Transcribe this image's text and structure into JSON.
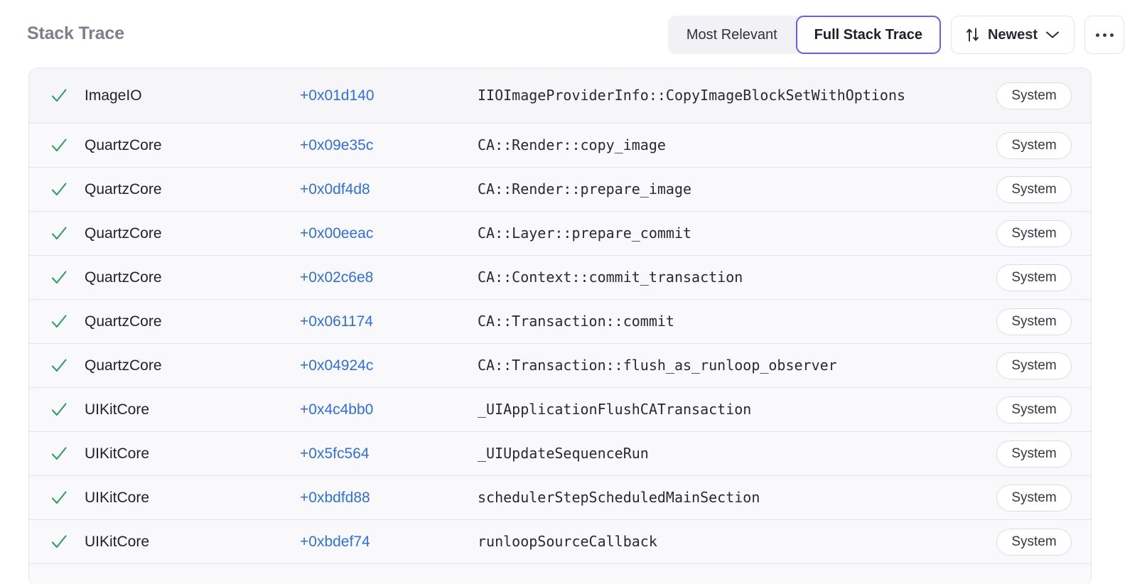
{
  "header": {
    "title": "Stack Trace",
    "segmented": {
      "options": [
        {
          "label": "Most Relevant",
          "selected": false
        },
        {
          "label": "Full Stack Trace",
          "selected": true
        }
      ]
    },
    "sort": {
      "icon": "sort-arrows-icon",
      "label": "Newest",
      "chevron": "chevron-down-icon"
    },
    "more": {
      "icon": "ellipsis-icon",
      "label": "..."
    }
  },
  "colors": {
    "accent_purple": "#6c5ce7",
    "link_blue": "#2f6fe4",
    "check_green": "#2e9e6b",
    "title_gray": "#7e7e8d",
    "row_bg": "#f9f9fb",
    "divider": "#e4e4ea"
  },
  "stack": {
    "frames": [
      {
        "status": "check",
        "library": "ImageIO",
        "offset": "+0x01d140",
        "symbol": "IIOImageProviderInfo::CopyImageBlockSetWithOptions",
        "badge": "System",
        "tall": true
      },
      {
        "status": "check",
        "library": "QuartzCore",
        "offset": "+0x09e35c",
        "symbol": "CA::Render::copy_image",
        "badge": "System",
        "tall": false
      },
      {
        "status": "check",
        "library": "QuartzCore",
        "offset": "+0x0df4d8",
        "symbol": "CA::Render::prepare_image",
        "badge": "System",
        "tall": false
      },
      {
        "status": "check",
        "library": "QuartzCore",
        "offset": "+0x00eeac",
        "symbol": "CA::Layer::prepare_commit",
        "badge": "System",
        "tall": false
      },
      {
        "status": "check",
        "library": "QuartzCore",
        "offset": "+0x02c6e8",
        "symbol": "CA::Context::commit_transaction",
        "badge": "System",
        "tall": false
      },
      {
        "status": "check",
        "library": "QuartzCore",
        "offset": "+0x061174",
        "symbol": "CA::Transaction::commit",
        "badge": "System",
        "tall": false
      },
      {
        "status": "check",
        "library": "QuartzCore",
        "offset": "+0x04924c",
        "symbol": "CA::Transaction::flush_as_runloop_observer",
        "badge": "System",
        "tall": false
      },
      {
        "status": "check",
        "library": "UIKitCore",
        "offset": "+0x4c4bb0",
        "symbol": "_UIApplicationFlushCATransaction",
        "badge": "System",
        "tall": false
      },
      {
        "status": "check",
        "library": "UIKitCore",
        "offset": "+0x5fc564",
        "symbol": "_UIUpdateSequenceRun",
        "badge": "System",
        "tall": false
      },
      {
        "status": "check",
        "library": "UIKitCore",
        "offset": "+0xbdfd88",
        "symbol": "schedulerStepScheduledMainSection",
        "badge": "System",
        "tall": false
      },
      {
        "status": "check",
        "library": "UIKitCore",
        "offset": "+0xbdef74",
        "symbol": "runloopSourceCallback",
        "badge": "System",
        "tall": false
      }
    ]
  }
}
